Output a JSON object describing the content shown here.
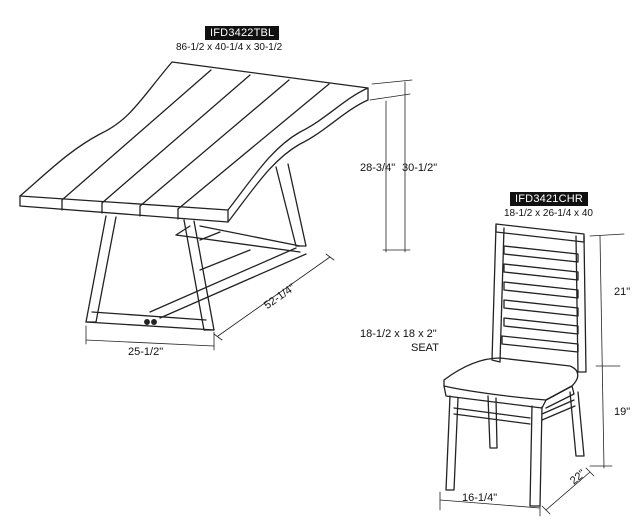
{
  "table": {
    "model": "IFD3422TBL",
    "size": "86-1/2 x 40-1/4 x 30-1/2",
    "dim_apron_height": "28-3/4\"",
    "dim_total_height": "30-1/2\"",
    "dim_base_length": "52-1/4\"",
    "dim_base_width": "25-1/2\""
  },
  "chair": {
    "model": "IFD3421CHR",
    "size": "18-1/2 x 26-1/4 x 40",
    "seat_size": "18-1/2 x 18 x 2\"",
    "seat_label": "SEAT",
    "dim_back_height": "21\"",
    "dim_seat_height": "19\"",
    "dim_width": "16-1/4\"",
    "dim_depth": "22\""
  }
}
